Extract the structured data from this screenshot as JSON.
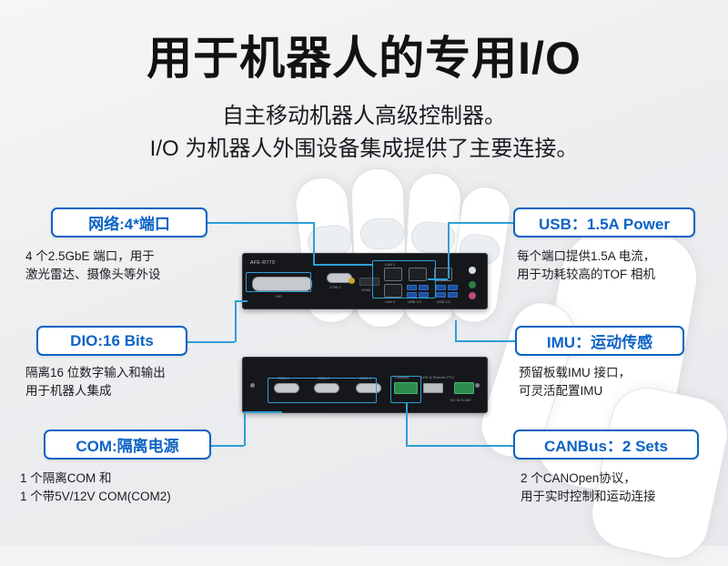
{
  "header": {
    "title": "用于机器人的专用I/O",
    "subtitle_line1": "自主移动机器人高级控制器。",
    "subtitle_line2": "I/O 为机器人外围设备集成提供了主要连接。"
  },
  "device": {
    "model_label": "AFE-R770",
    "front_port_labels": [
      "DIO",
      "COM 1",
      "HDMI",
      "LAN 1",
      "LAN 2",
      "USB 3.0",
      "USB 2.0"
    ],
    "rear_port_labels": [
      "COM 1",
      "COM 2",
      "COM 3",
      "CANBus",
      "LED & Remote",
      "PTG",
      "DC IN 9-36V"
    ]
  },
  "callouts": [
    {
      "id": "network",
      "title": "网络:4*端口",
      "desc_line1": "4 个2.5GbE 端口，用于",
      "desc_line2": "激光雷达、摄像头等外设"
    },
    {
      "id": "dio",
      "title": "DIO:16 Bits",
      "desc_line1": "隔离16 位数字输入和输出",
      "desc_line2": "用于机器人集成"
    },
    {
      "id": "com",
      "title": "COM:隔离电源",
      "desc_line1": "1 个隔离COM 和",
      "desc_line2": "1 个带5V/12V COM(COM2)"
    },
    {
      "id": "usb",
      "title": "USB：1.5A Power",
      "desc_line1": "每个端口提供1.5A 电流，",
      "desc_line2": "用于功耗较高的TOF 相机"
    },
    {
      "id": "imu",
      "title": "IMU：运动传感",
      "desc_line1": "预留板载IMU 接口，",
      "desc_line2": "可灵活配置IMU"
    },
    {
      "id": "canbus",
      "title": "CANBus：2 Sets",
      "desc_line1": "2 个CANOpen协议，",
      "desc_line2": "用于实时控制和运动连接"
    }
  ],
  "colors": {
    "accent_blue": "#0b63c5",
    "line_blue": "#2f9fd6",
    "background": "#f2f3f5",
    "text_dark": "#1b1d20"
  }
}
